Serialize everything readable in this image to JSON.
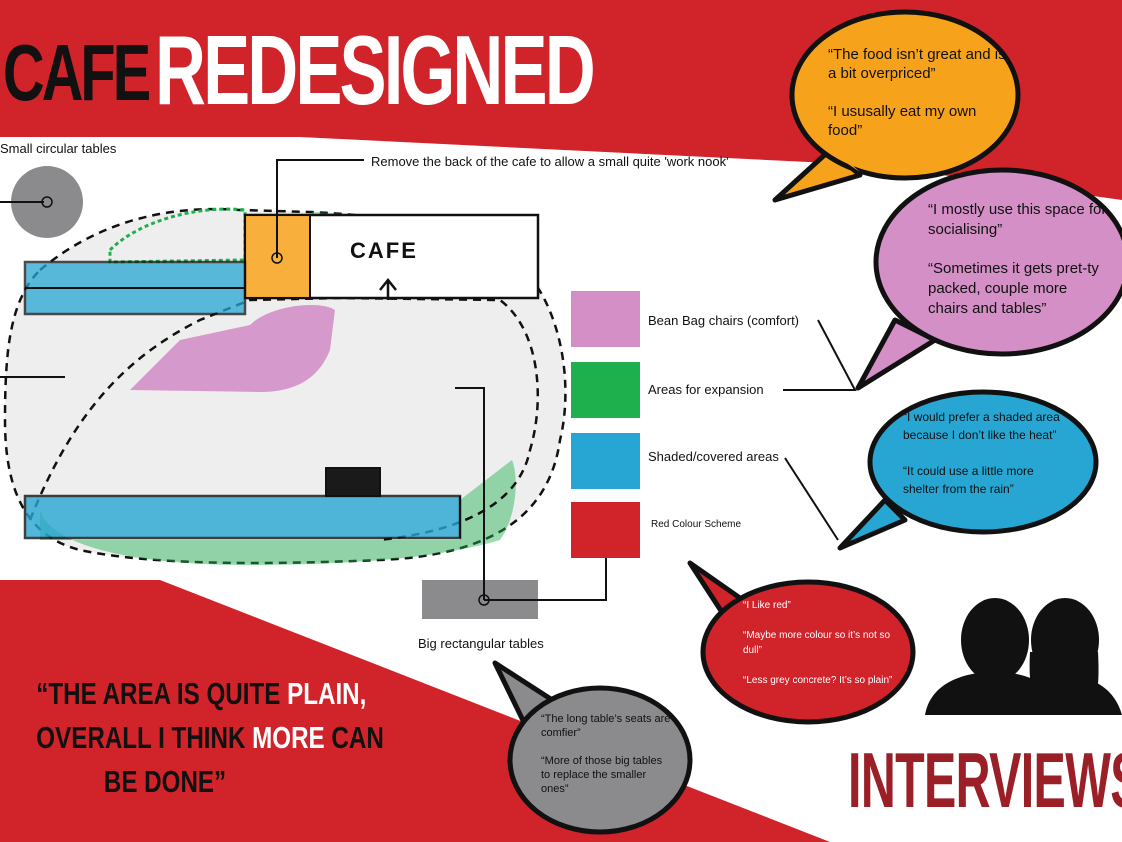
{
  "header": {
    "title_word1": "CAFE",
    "title_word2": "REDESIGNED"
  },
  "labels": {
    "small_tables": "Small circular tables",
    "work_nook": "Remove the back of the cafe to allow a small quite 'work nook'",
    "cafe_sign": "CAFE",
    "big_tables": "Big rectangular tables"
  },
  "legend": {
    "bean_bag": "Bean Bag chairs (comfort)",
    "expansion": "Areas for expansion",
    "shaded": "Shaded/covered areas",
    "red_scheme": "Red Colour Scheme"
  },
  "bubbles": {
    "orange": [
      "“The food isn’t great and is a bit overpriced”",
      "“I ususally eat my own food”"
    ],
    "pink": [
      "“I mostly use this space for socialising”",
      "“Sometimes it gets pret-ty packed, couple more chairs and tables”"
    ],
    "blue": [
      "“I would prefer a shaded area because I don’t like the heat”",
      "“It could use a little more shelter from the rain”"
    ],
    "red": [
      "“I Like red”",
      "“Maybe more colour so it’s not so dull”",
      "“Less grey concrete? It’s so plain”"
    ],
    "grey": [
      "“The long table’s seats are comfier”",
      "“More of those big tables to replace the smaller ones”"
    ]
  },
  "quote": {
    "l1a": "“THE AREA IS QUITE ",
    "l1b": "PLAIN,",
    "l2a": "OVERALL I THINK ",
    "l2b": "MORE",
    "l2c": " CAN",
    "l3": "BE DONE”"
  },
  "footer": {
    "interviews": "INTERVIEWS"
  },
  "colors": {
    "red": "#d0232a",
    "orange": "#f7a21b",
    "pink": "#d38fc6",
    "blue": "#27a6d3",
    "green": "#1fb04e",
    "grey": "#8b8b8d",
    "dark_red": "#9a1f26"
  }
}
